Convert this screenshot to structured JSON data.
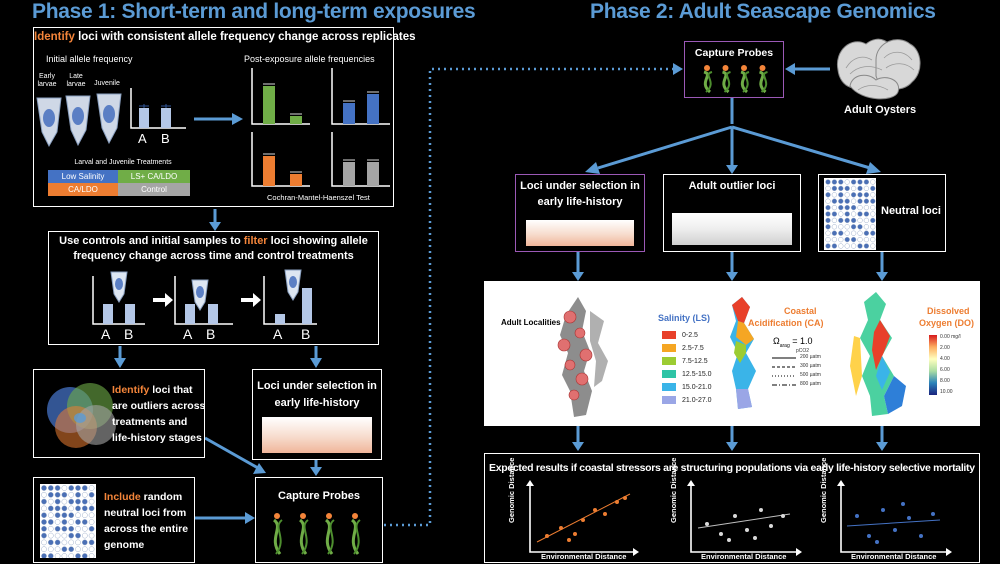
{
  "phase1": {
    "title": "Phase 1: Short-term and long-term exposures",
    "identify_box": {
      "identify_word": "Identify",
      "identify_rest": " loci with consistent allele frequency change across replicates",
      "initial_label": "Initial allele frequency",
      "post_label": "Post-exposure allele frequencies",
      "stages": [
        "Early larvae",
        "Late larvae",
        "Juvenile"
      ],
      "axis_a": "A",
      "axis_b": "B",
      "treatments_title": "Larval and Juvenile Treatments",
      "treatments": [
        "Low Salinity",
        "LS+ CA/LDO",
        "CA/LDO",
        "Control"
      ],
      "treatment_colors": [
        "#4472c4",
        "#70ad47",
        "#ed7d31",
        "#a5a5a5"
      ],
      "test_label": "Cochran-Mantel-Haenszel Test"
    },
    "filter_box": {
      "line1_pre": "Use controls and initial samples to ",
      "filter_word": "filter",
      "line1_post": " loci showing allele",
      "line2": "frequency change across time and control treatments",
      "axis_a": "A",
      "axis_b": "B"
    },
    "venn_box": {
      "identify_word": "Identify",
      "line1_rest": " loci that",
      "line2": "are outliers across",
      "line3": "treatments and",
      "line4": "life-history stages"
    },
    "selection_box": {
      "line1": "Loci under selection in",
      "line2": "early life-history"
    },
    "neutral_box": {
      "include_word": "Include",
      "line1_rest": " random",
      "line2": "neutral loci from",
      "line3": "across the entire",
      "line4": "genome"
    },
    "capture_box": {
      "label": "Capture Probes"
    }
  },
  "phase2": {
    "title": "Phase 2: Adult Seascape Genomics",
    "capture_label": "Capture Probes",
    "oysters_label": "Adult Oysters",
    "selection_box": {
      "line1": "Loci under selection in",
      "line2": "early life-history"
    },
    "outlier_label": "Adult outlier loci",
    "neutral_label": "Neutral loci",
    "map_panel": {
      "localities_label": "Adult Localities",
      "salinity_title": "Salinity (LS)",
      "salinity_bins": [
        "0-2.5",
        "2.5-7.5",
        "7.5-12.5",
        "12.5-15.0",
        "15.0-21.0",
        "21.0-27.0"
      ],
      "salinity_colors": [
        "#e8402a",
        "#f5a623",
        "#9ccc32",
        "#2ec4a6",
        "#3ab4e8",
        "#9aa6e6"
      ],
      "ca_title1": "Coastal",
      "ca_title2": "Acidification (CA)",
      "omega_label": "Ω",
      "omega_sub": "arag",
      "omega_value": "= 1.0",
      "pco2_label": "pCO2",
      "ca_lines": [
        "200 µatm",
        "300 µatm",
        "500 µatm",
        "800 µatm"
      ],
      "do_title1": "Dissolved",
      "do_title2": "Oxygen (DO)",
      "do_ticks": [
        "0.00 mg/l",
        "2.00",
        "4.00",
        "6.00",
        "8.00",
        "10.00"
      ]
    },
    "results": {
      "title": "Expected results if coastal stressors are structuring populations via early life-history selective mortality",
      "ylabel": "Genomic Distance",
      "xlabel": "Environmental Distance"
    }
  },
  "colors": {
    "accent_blue": "#5b9bd5",
    "highlight_orange": "#f4853a"
  }
}
